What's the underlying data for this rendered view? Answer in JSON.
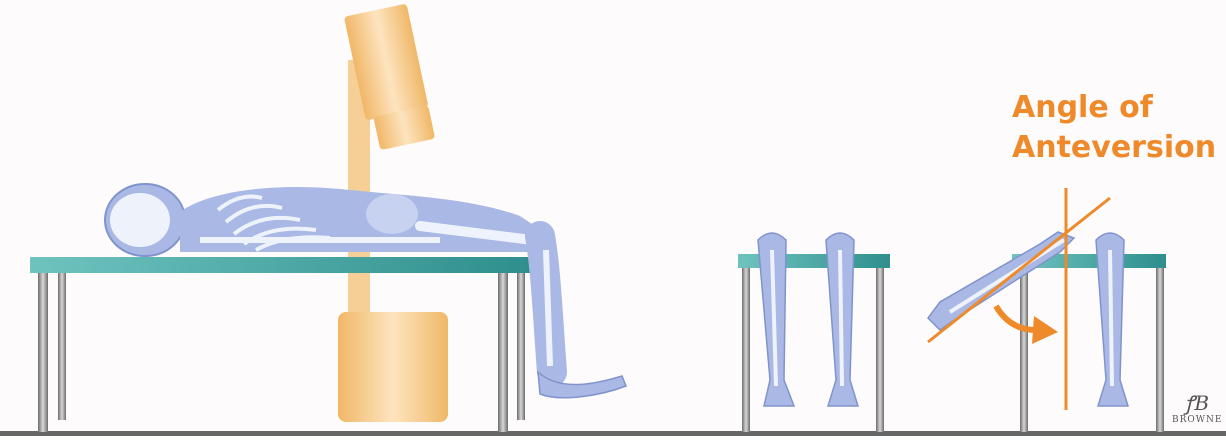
{
  "caption": {
    "line1": "Angle of",
    "line2": "Anteversion"
  },
  "signature": {
    "monogram": "ꝭB",
    "name": "BROWNE"
  },
  "colors": {
    "table_top": "#3fa3a0",
    "table_legs": "#8a8a8a",
    "floor": "#6a6a6a",
    "skeleton_body": "#a9b8e4",
    "bone": "#eef2fb",
    "xray_tube": "#f7c47f",
    "xray_stand": "#f5cb8c",
    "accent_orange": "#ee8a2a"
  },
  "icons": [
    "fluoroscope-tube-icon",
    "skeleton-figure-icon",
    "rotation-arrow-icon"
  ]
}
